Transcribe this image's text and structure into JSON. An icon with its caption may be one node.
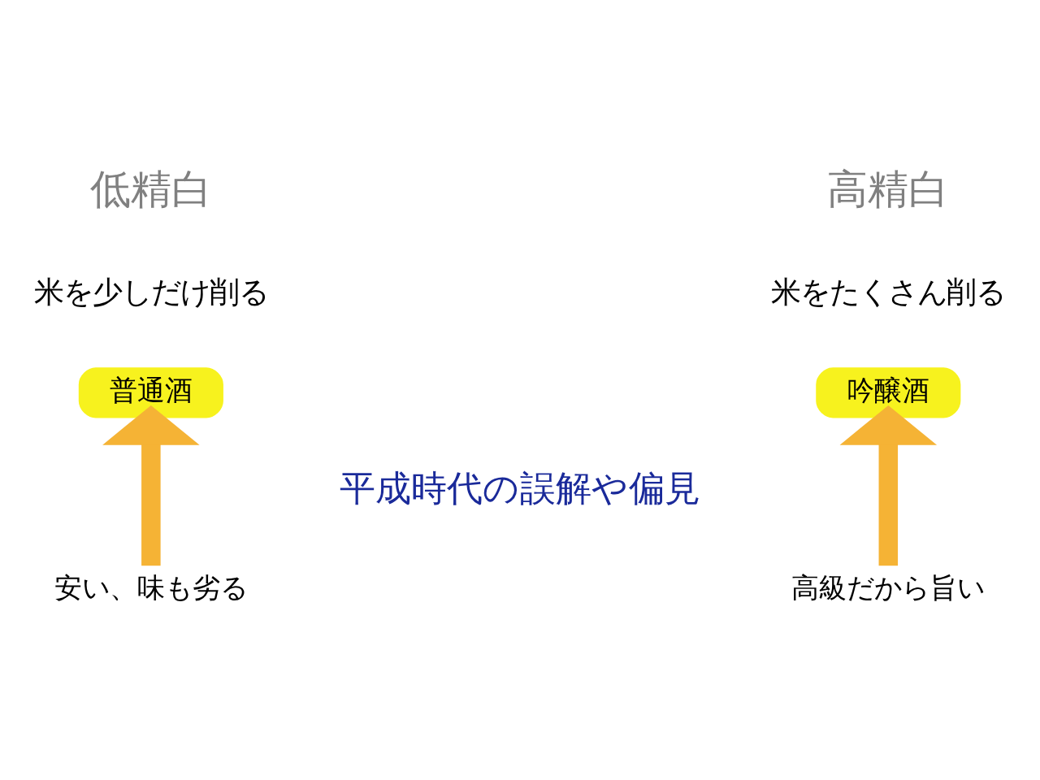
{
  "diagram": {
    "nodes": [
      {
        "text": [
          "普通酒"
        ]
      },
      {
        "text": [
          "吟醸酒"
        ]
      },
      {
        "text": [
          "安い、味も劣る"
        ]
      },
      {
        "text": [
          "高級だから旨い"
        ]
      }
    ],
    "edges": [
      {
        "from": 2,
        "to": 0,
        "arrow": "to"
      },
      {
        "from": 3,
        "to": 1,
        "arrow": "to"
      }
    ],
    "labels": [
      "低精白",
      "高精白",
      "米を少しだけ削る",
      "米をたくさん削る",
      "平成時代の誤解や偏見"
    ]
  }
}
